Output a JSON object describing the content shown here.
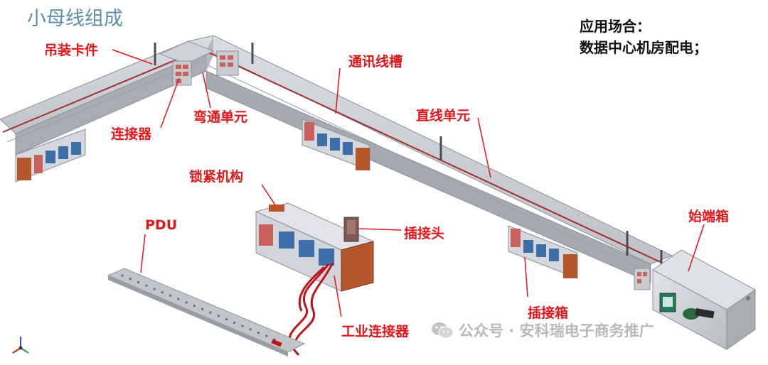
{
  "title": "小母线组成",
  "application": {
    "line1": "应用场合：",
    "line2": "数据中心机房配电；"
  },
  "labels": {
    "hanger": "吊装卡件",
    "connector": "连接器",
    "elbow": "弯通单元",
    "comm_trunk": "通讯线槽",
    "straight": "直线单元",
    "lock": "锁紧机构",
    "pdu": "PDU",
    "plug": "插接头",
    "feed_box": "始端箱",
    "plugin_box": "插接箱",
    "industrial_connector": "工业连接器"
  },
  "watermark": "公众号 · 安科瑞电子商务推广",
  "colors": {
    "label_red": "#e0161b",
    "title_blue": "#5b8fb0",
    "busway_gray": "#b8bcc2",
    "box_orange": "#b5562d",
    "cable_red": "#c0121a"
  }
}
